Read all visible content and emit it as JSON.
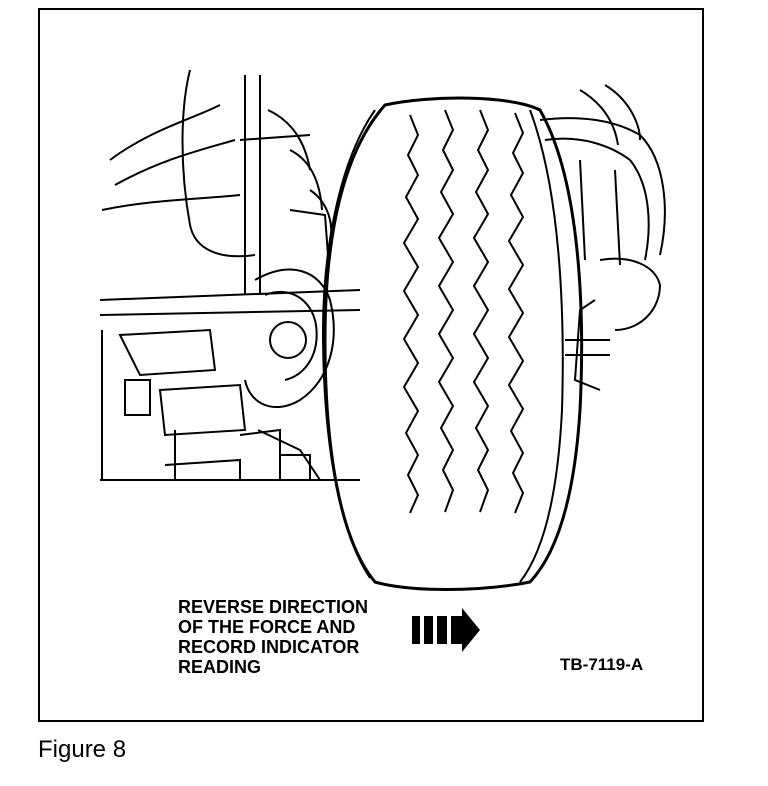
{
  "figure": {
    "label": "Figure 8",
    "code": "TB-7119-A"
  },
  "instruction": {
    "lines": [
      "REVERSE DIRECTION",
      "OF THE FORCE AND",
      "RECORD INDICATOR",
      "READING"
    ]
  },
  "icons": {
    "direction": "arrow-right-icon"
  }
}
